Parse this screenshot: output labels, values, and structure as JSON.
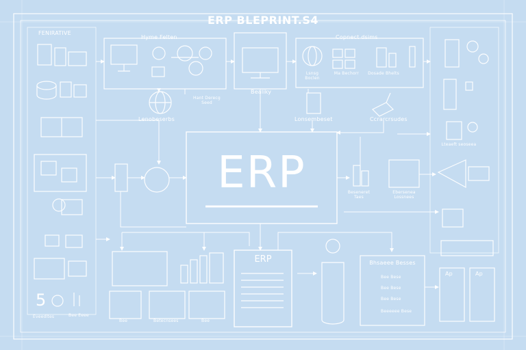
{
  "title": "ERP BLEPRINT.S4",
  "center_label": "ERP",
  "document_label": "ERP",
  "numeral": "5",
  "labels": {
    "top_left": "FENIRATIVE",
    "top_left_group": "Hyme Felten",
    "top_right_group": "Copnect dsims",
    "left_mid": "Lenobeserbs",
    "mid_small": "Hant Derecg Seed",
    "screen_label": "Bealiky",
    "center_mid": "Lonsembeset",
    "right_mid": "Ccrarcrsudes",
    "c1": "Lsnsg Boclen",
    "c2": "Ma Bechorr",
    "c3": "Dosade Bhelts",
    "right_small": "Lteaeft seoseea",
    "right_stack": "Beseneret Taes",
    "right_stack2": "Ebersenea Lossnees",
    "bottom_left1": "Eveedltes",
    "bottom_left2": "Bee Eeee",
    "b1": "Bee",
    "b2": "Betecnsees",
    "b3": "Bee",
    "list_title": "Bhsaeee Besses",
    "list_items": [
      "Bee Bese",
      "Bee Bese",
      "Bee Bese",
      "Beeeeee Bese"
    ],
    "card1_title": "Ap",
    "card2_title": "Ap"
  },
  "colors": {
    "background": "#c5dcf1",
    "line": "#ffffff"
  }
}
